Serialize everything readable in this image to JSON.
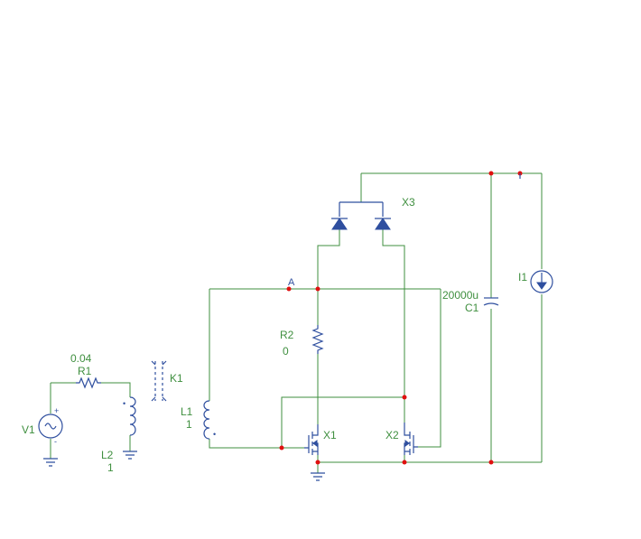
{
  "components": {
    "v1": {
      "ref": "V1"
    },
    "r1": {
      "ref": "R1",
      "value": "0.04"
    },
    "l2": {
      "ref": "L2",
      "value": "1"
    },
    "k1": {
      "ref": "K1"
    },
    "l1": {
      "ref": "L1",
      "value": "1"
    },
    "r2": {
      "ref": "R2",
      "value": "0"
    },
    "x1": {
      "ref": "X1"
    },
    "x2": {
      "ref": "X2"
    },
    "x3": {
      "ref": "X3"
    },
    "c1": {
      "ref": "C1",
      "value": "20000u"
    },
    "i1": {
      "ref": "I1"
    }
  },
  "nodes": {
    "a": {
      "label": "A"
    }
  },
  "colors": {
    "wire": "#3f8f3f",
    "component": "#2f4f9f",
    "junction": "#e01010"
  }
}
